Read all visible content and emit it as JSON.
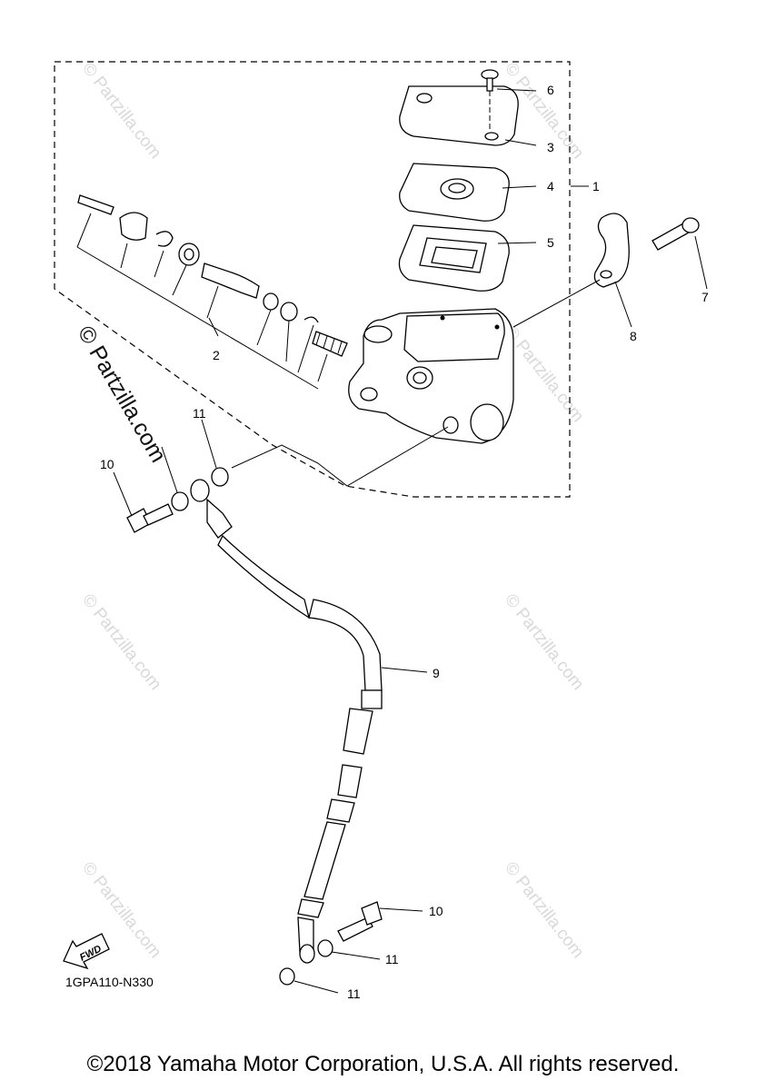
{
  "diagram": {
    "code": "1GPA110-N330",
    "fwd_label": "FWD",
    "callouts": {
      "c1": "1",
      "c2": "2",
      "c3": "3",
      "c4": "4",
      "c5": "5",
      "c6": "6",
      "c7": "7",
      "c8": "8",
      "c9": "9",
      "c10a": "10",
      "c10b": "10",
      "c11a": "11",
      "c11b": "11",
      "c11c": "11"
    },
    "watermark": "© Partzilla.com",
    "watermark_large": "© Partzilla.com"
  },
  "footer": {
    "copyright": "©2018 Yamaha Motor Corporation, U.S.A. All rights reserved."
  }
}
